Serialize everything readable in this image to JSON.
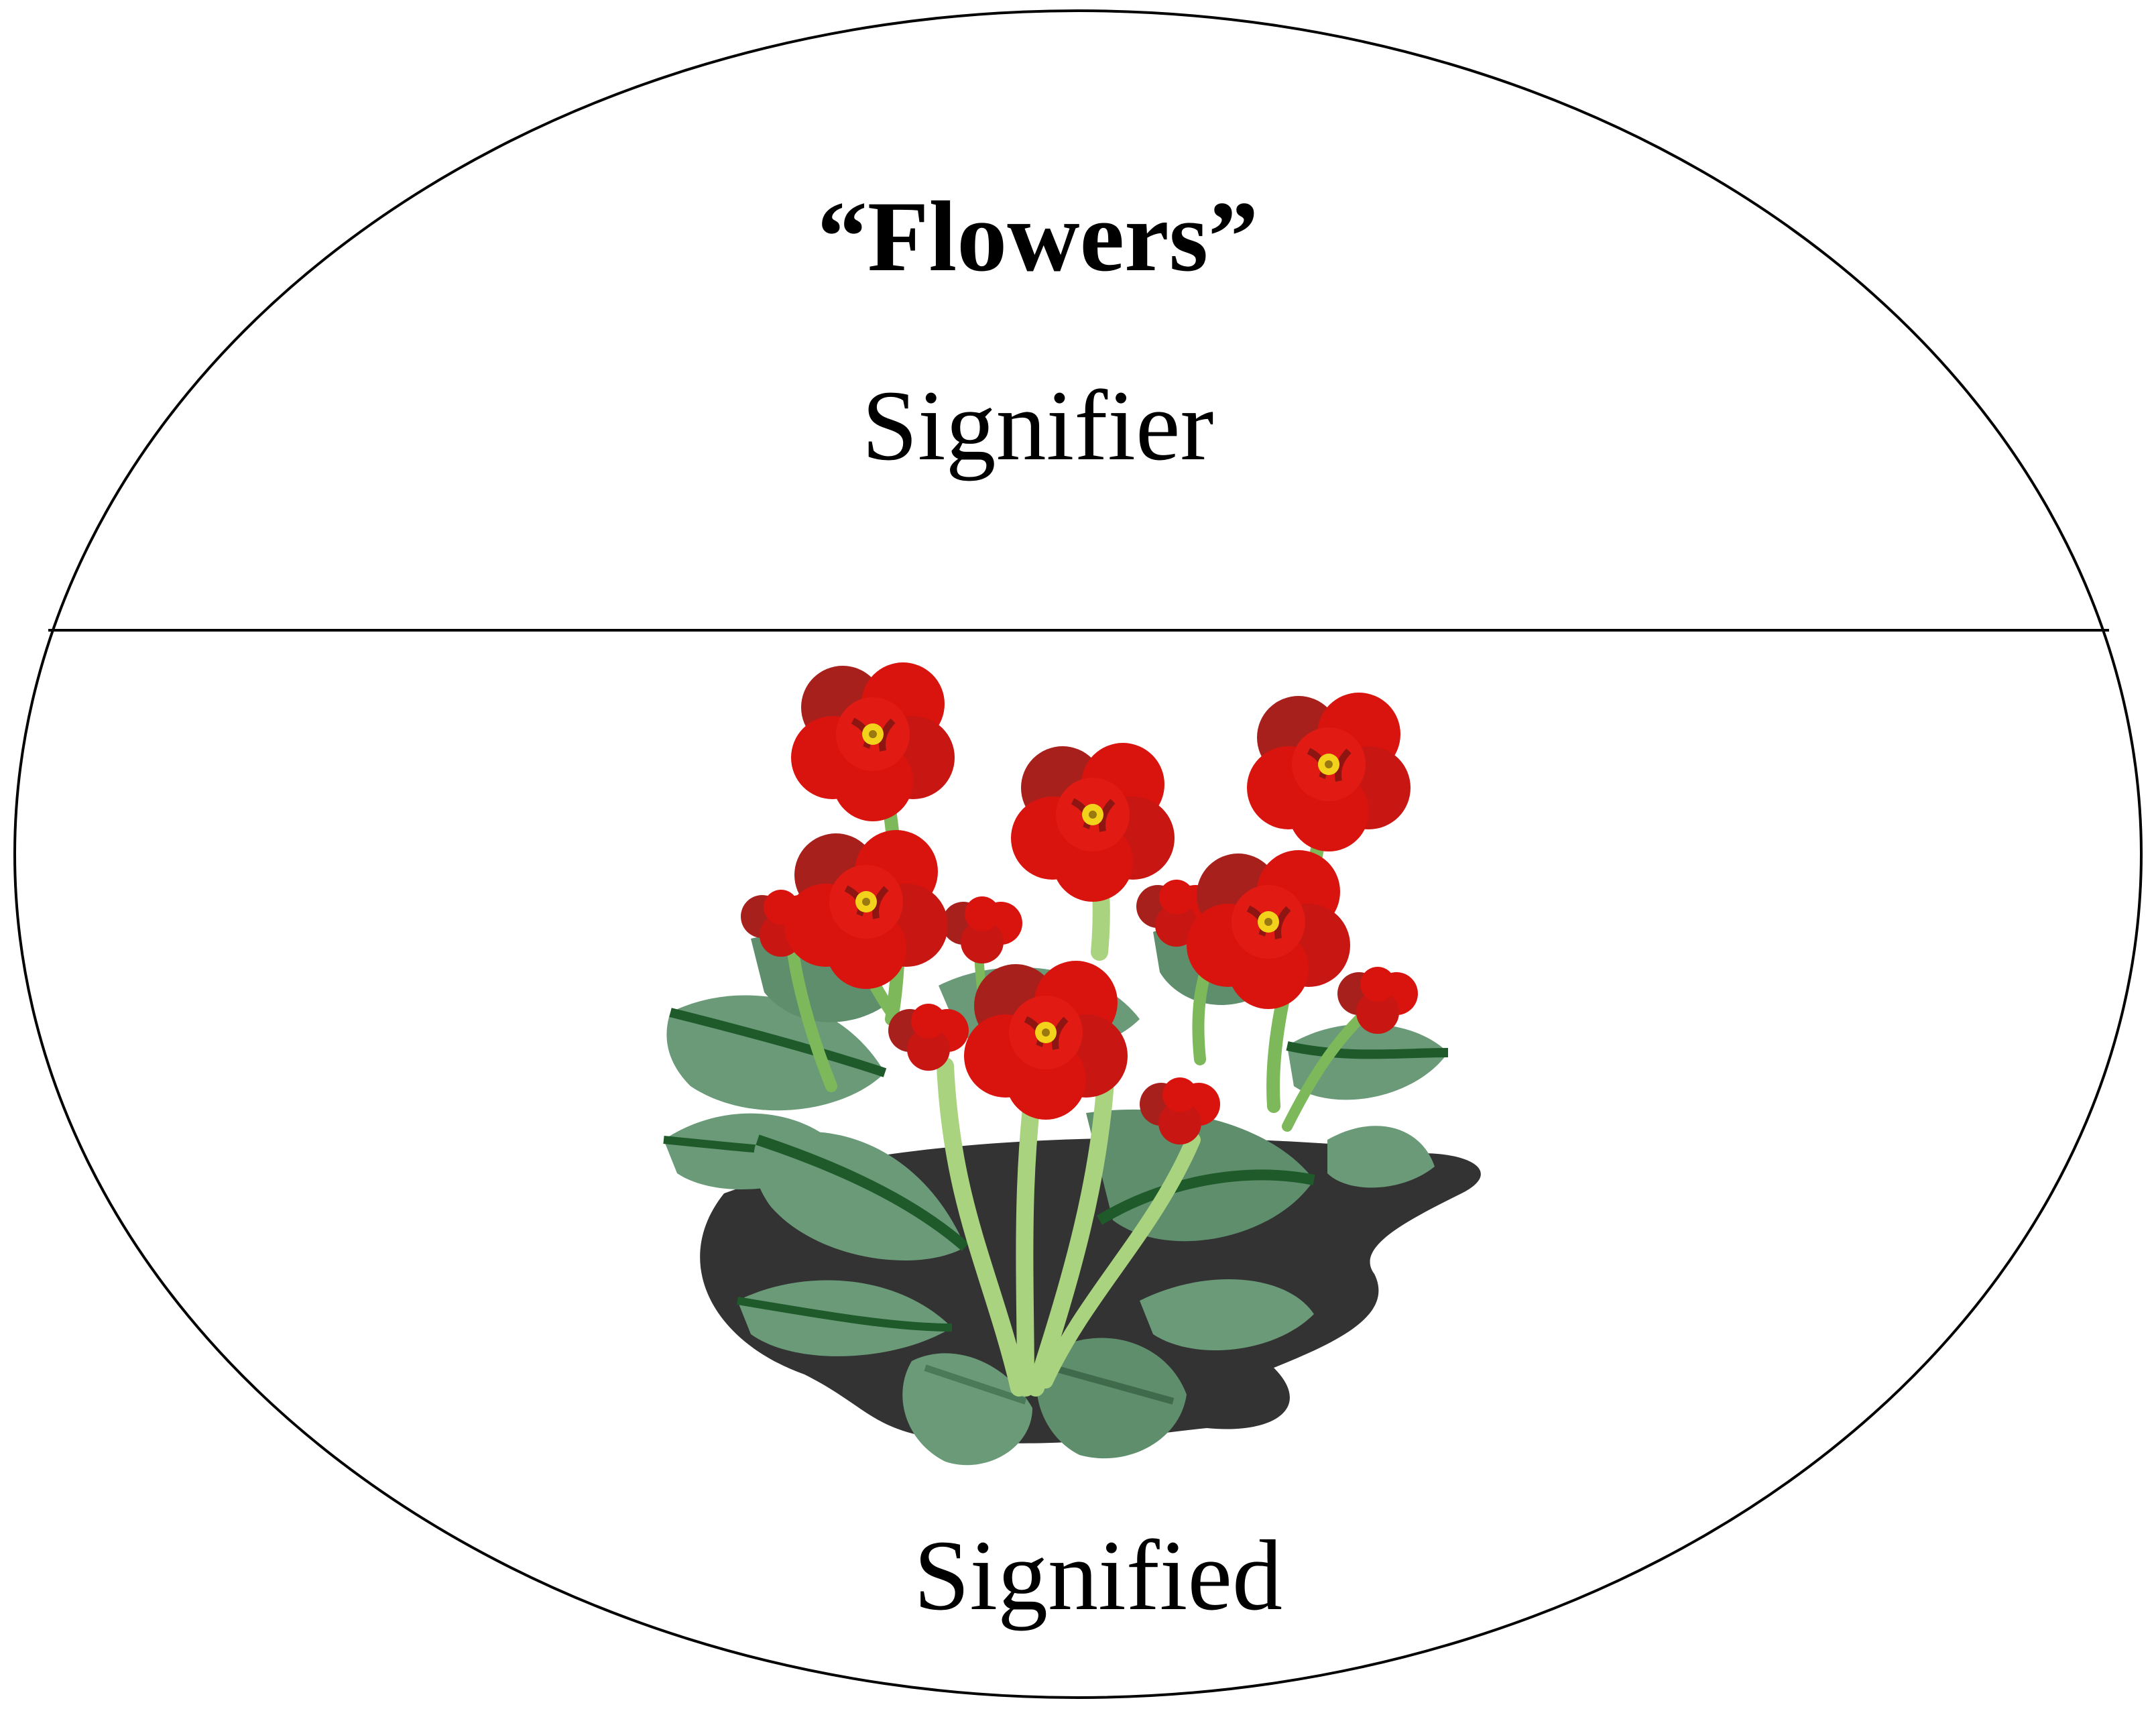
{
  "diagram": {
    "word": "“Flowers”",
    "signifier_label": "Signifier",
    "signified_label": "Signified",
    "illustration_icon": "flower-bush-icon",
    "colors": {
      "outline": "#000000",
      "petal": "#d9140f",
      "petal_dark": "#a8201c",
      "petal_center": "#f2d21b",
      "leaf": "#6a9a78",
      "leaf_dark": "#1f5a2a",
      "stem": "#a9d37f",
      "shadow": "#333333"
    }
  }
}
